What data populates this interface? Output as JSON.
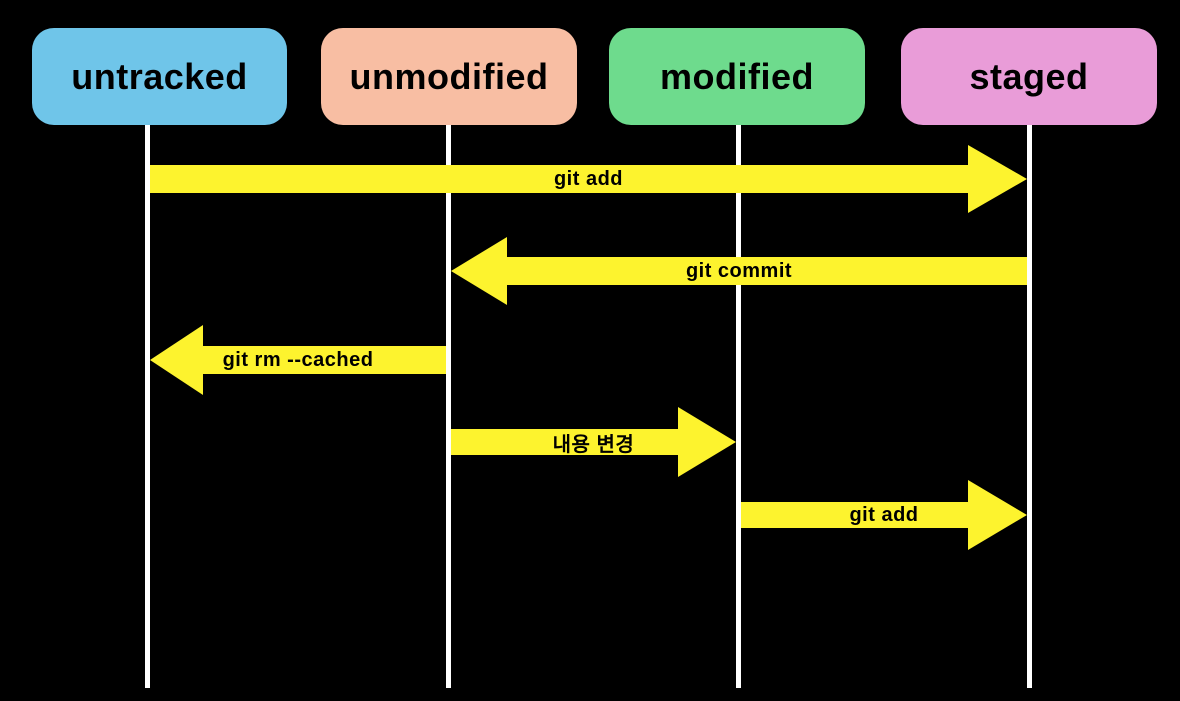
{
  "diagram": {
    "states": [
      {
        "label": "untracked",
        "color": "#6FC5E9"
      },
      {
        "label": "unmodified",
        "color": "#F8BEA3"
      },
      {
        "label": "modified",
        "color": "#6EDB8D"
      },
      {
        "label": "staged",
        "color": "#E99CD8"
      }
    ],
    "transitions": [
      {
        "label": "git add",
        "from": "untracked",
        "to": "staged",
        "direction": "right"
      },
      {
        "label": "git commit",
        "from": "staged",
        "to": "unmodified",
        "direction": "left"
      },
      {
        "label": "git rm --cached",
        "from": "unmodified",
        "to": "untracked",
        "direction": "left"
      },
      {
        "label": "내용 변경",
        "from": "unmodified",
        "to": "modified",
        "direction": "right"
      },
      {
        "label": "git add",
        "from": "modified",
        "to": "staged",
        "direction": "right"
      }
    ],
    "colors": {
      "background": "#000000",
      "arrow": "#FDF32E",
      "lifeline": "#FFFFFF",
      "label_text": "#000000"
    }
  }
}
